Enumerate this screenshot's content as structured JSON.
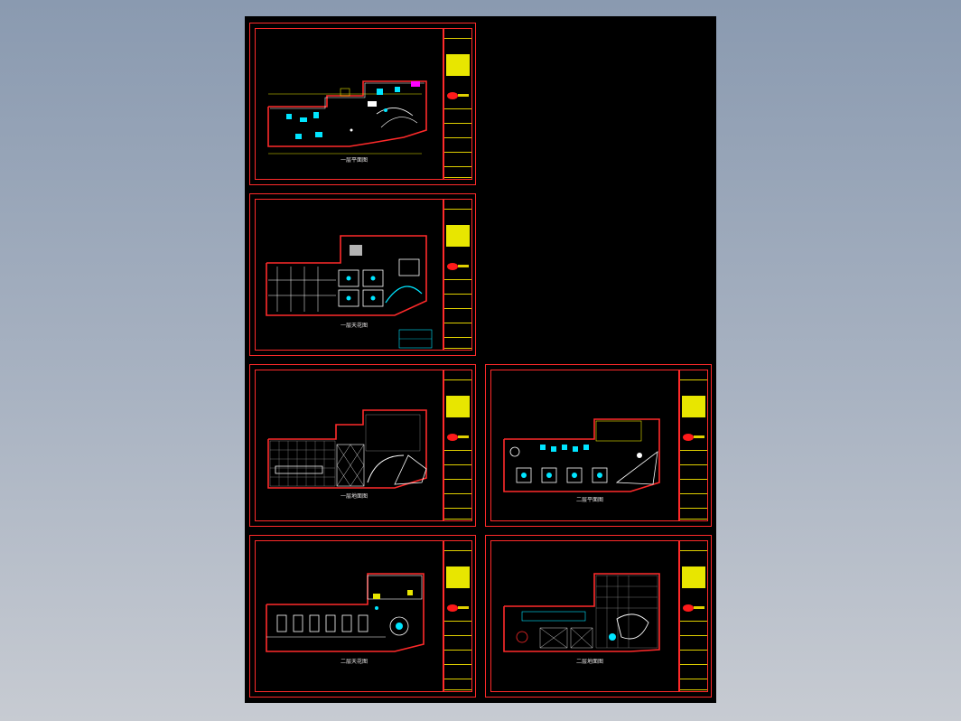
{
  "app": {
    "background": "#8a9ab0",
    "canvas_color": "#000000",
    "border_color": "#ff2a2a",
    "title_block_color": "#e8e600",
    "accent_colors": [
      "#00e5ff",
      "#ff2a2a",
      "#ffffff",
      "#e8e600",
      "#ff00ff"
    ]
  },
  "sheets": [
    {
      "id": "sheet-1",
      "caption": "一层平面图"
    },
    {
      "id": "sheet-2",
      "caption": "一层天花图"
    },
    {
      "id": "sheet-3",
      "caption": "一层地面图"
    },
    {
      "id": "sheet-4",
      "caption": "二层平面图"
    },
    {
      "id": "sheet-5",
      "caption": "二层天花图"
    },
    {
      "id": "sheet-6",
      "caption": "二层地面图"
    }
  ]
}
